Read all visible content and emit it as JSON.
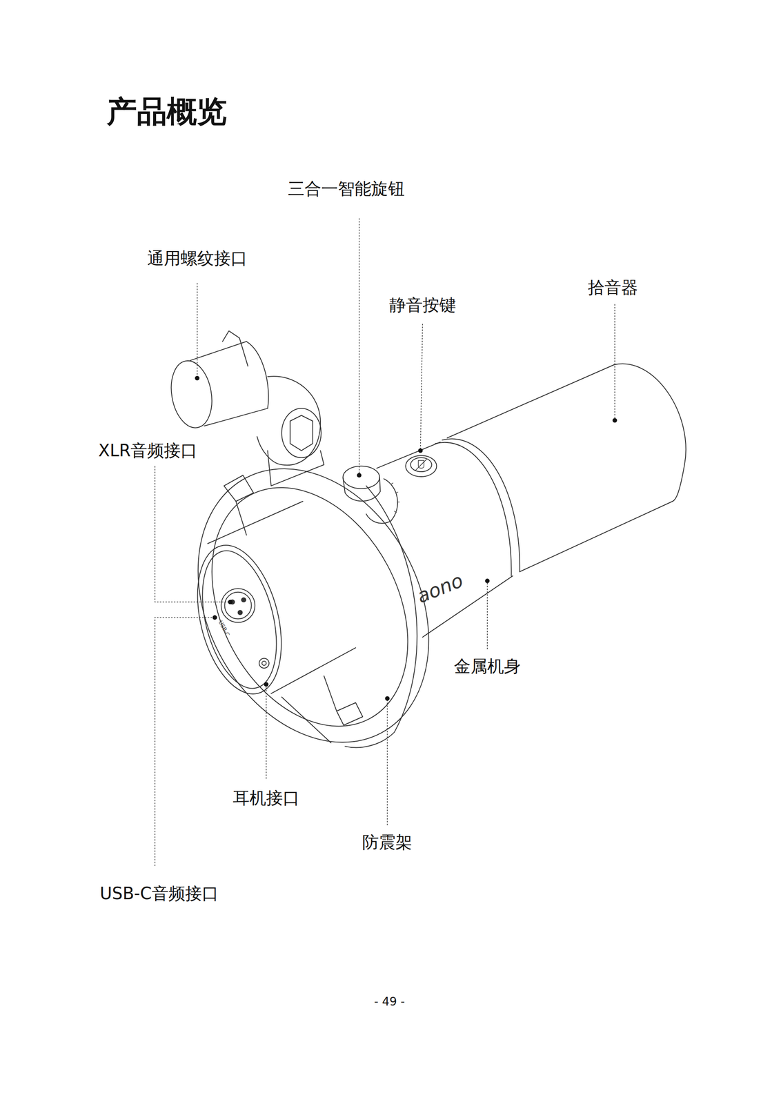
{
  "diagram": {
    "title": "产品概览",
    "labels": [
      "三合一智能旋钮",
      "通用螺纹接口",
      "静音按键",
      "拾音器",
      "XLR音频接口",
      "金属机身",
      "耳机接口",
      "防震架",
      "USB-C音频接口",
      "aono",
      "USB-C",
      "- 49 -"
    ]
  }
}
